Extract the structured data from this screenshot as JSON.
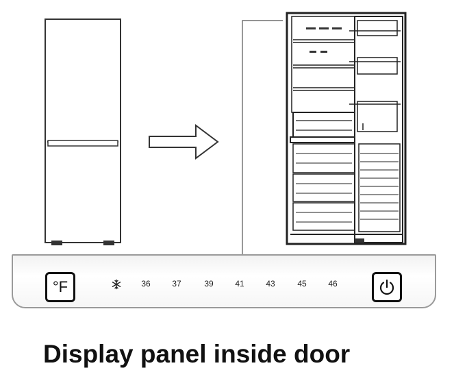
{
  "panel": {
    "unit_label": "°F",
    "temperatures": [
      "36",
      "37",
      "39",
      "41",
      "43",
      "45",
      "46"
    ]
  },
  "caption": "Display panel inside door"
}
